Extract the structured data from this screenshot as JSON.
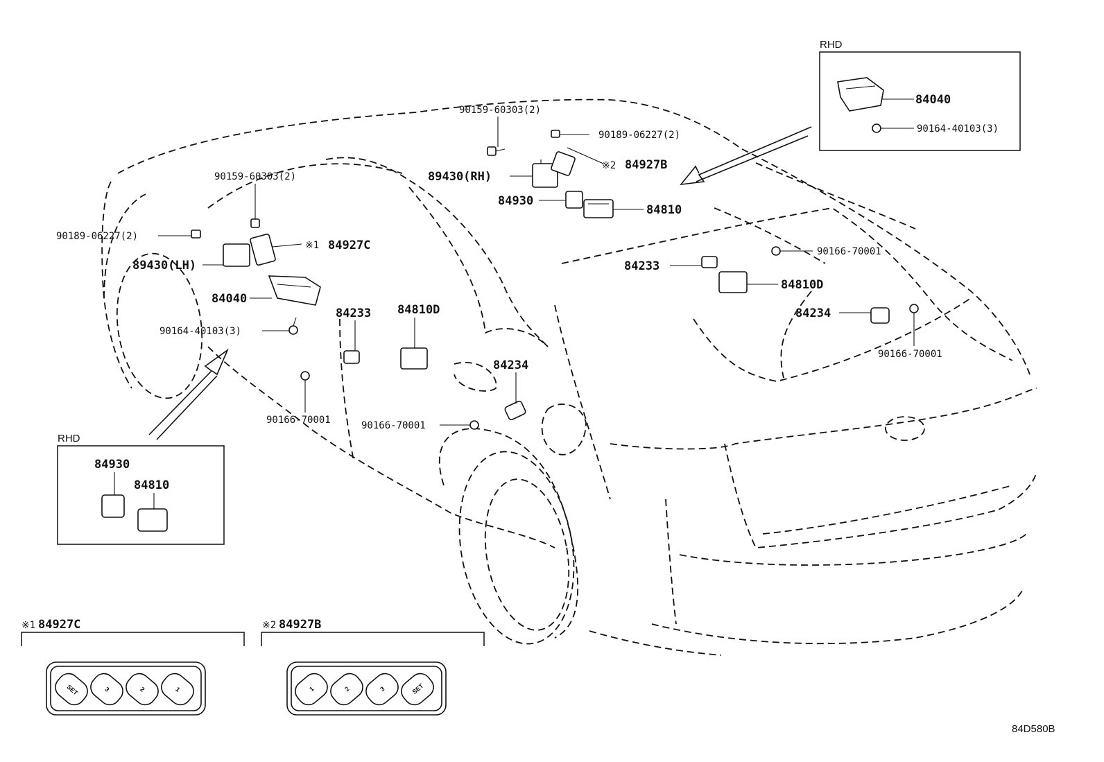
{
  "labels": {
    "p90159_top": "90159-60303(2)",
    "p90189_top": "90189-06227(2)",
    "p84927b_top": "84927B",
    "p89430_rh": "89430(RH)",
    "p84930_top": "84930",
    "p84810_top": "84810",
    "p90159_left": "90159-60303(2)",
    "p90189_left": "90189-06227(2)",
    "p84927c_left": "84927C",
    "p89430_lh": "89430(LH)",
    "p84040_left": "84040",
    "p90164_left": "90164-40103(3)",
    "p84233_left": "84233",
    "p84810d_left": "84810D",
    "p84234_left": "84234",
    "p90166_left": "90166-70001",
    "p90166_mid": "90166-70001",
    "p84233_right": "84233",
    "p90166_right_top": "90166-70001",
    "p84810d_right": "84810D",
    "p84234_right": "84234",
    "p90166_right_bot": "90166-70001"
  },
  "note_marks": {
    "mark1": "※1",
    "mark2": "※2"
  },
  "rhd_top": {
    "tag": "RHD",
    "p84040": "84040",
    "p90164": "90164-40103(3)"
  },
  "rhd_left": {
    "tag": "RHD",
    "p84930": "84930",
    "p84810": "84810"
  },
  "panel_c": {
    "mark": "※1",
    "code": "84927C",
    "buttons": [
      "SET",
      "3",
      "2",
      "1"
    ]
  },
  "panel_b": {
    "mark": "※2",
    "code": "84927B",
    "buttons": [
      "1",
      "2",
      "3",
      "SET"
    ]
  },
  "diagram_code": "84D580B"
}
